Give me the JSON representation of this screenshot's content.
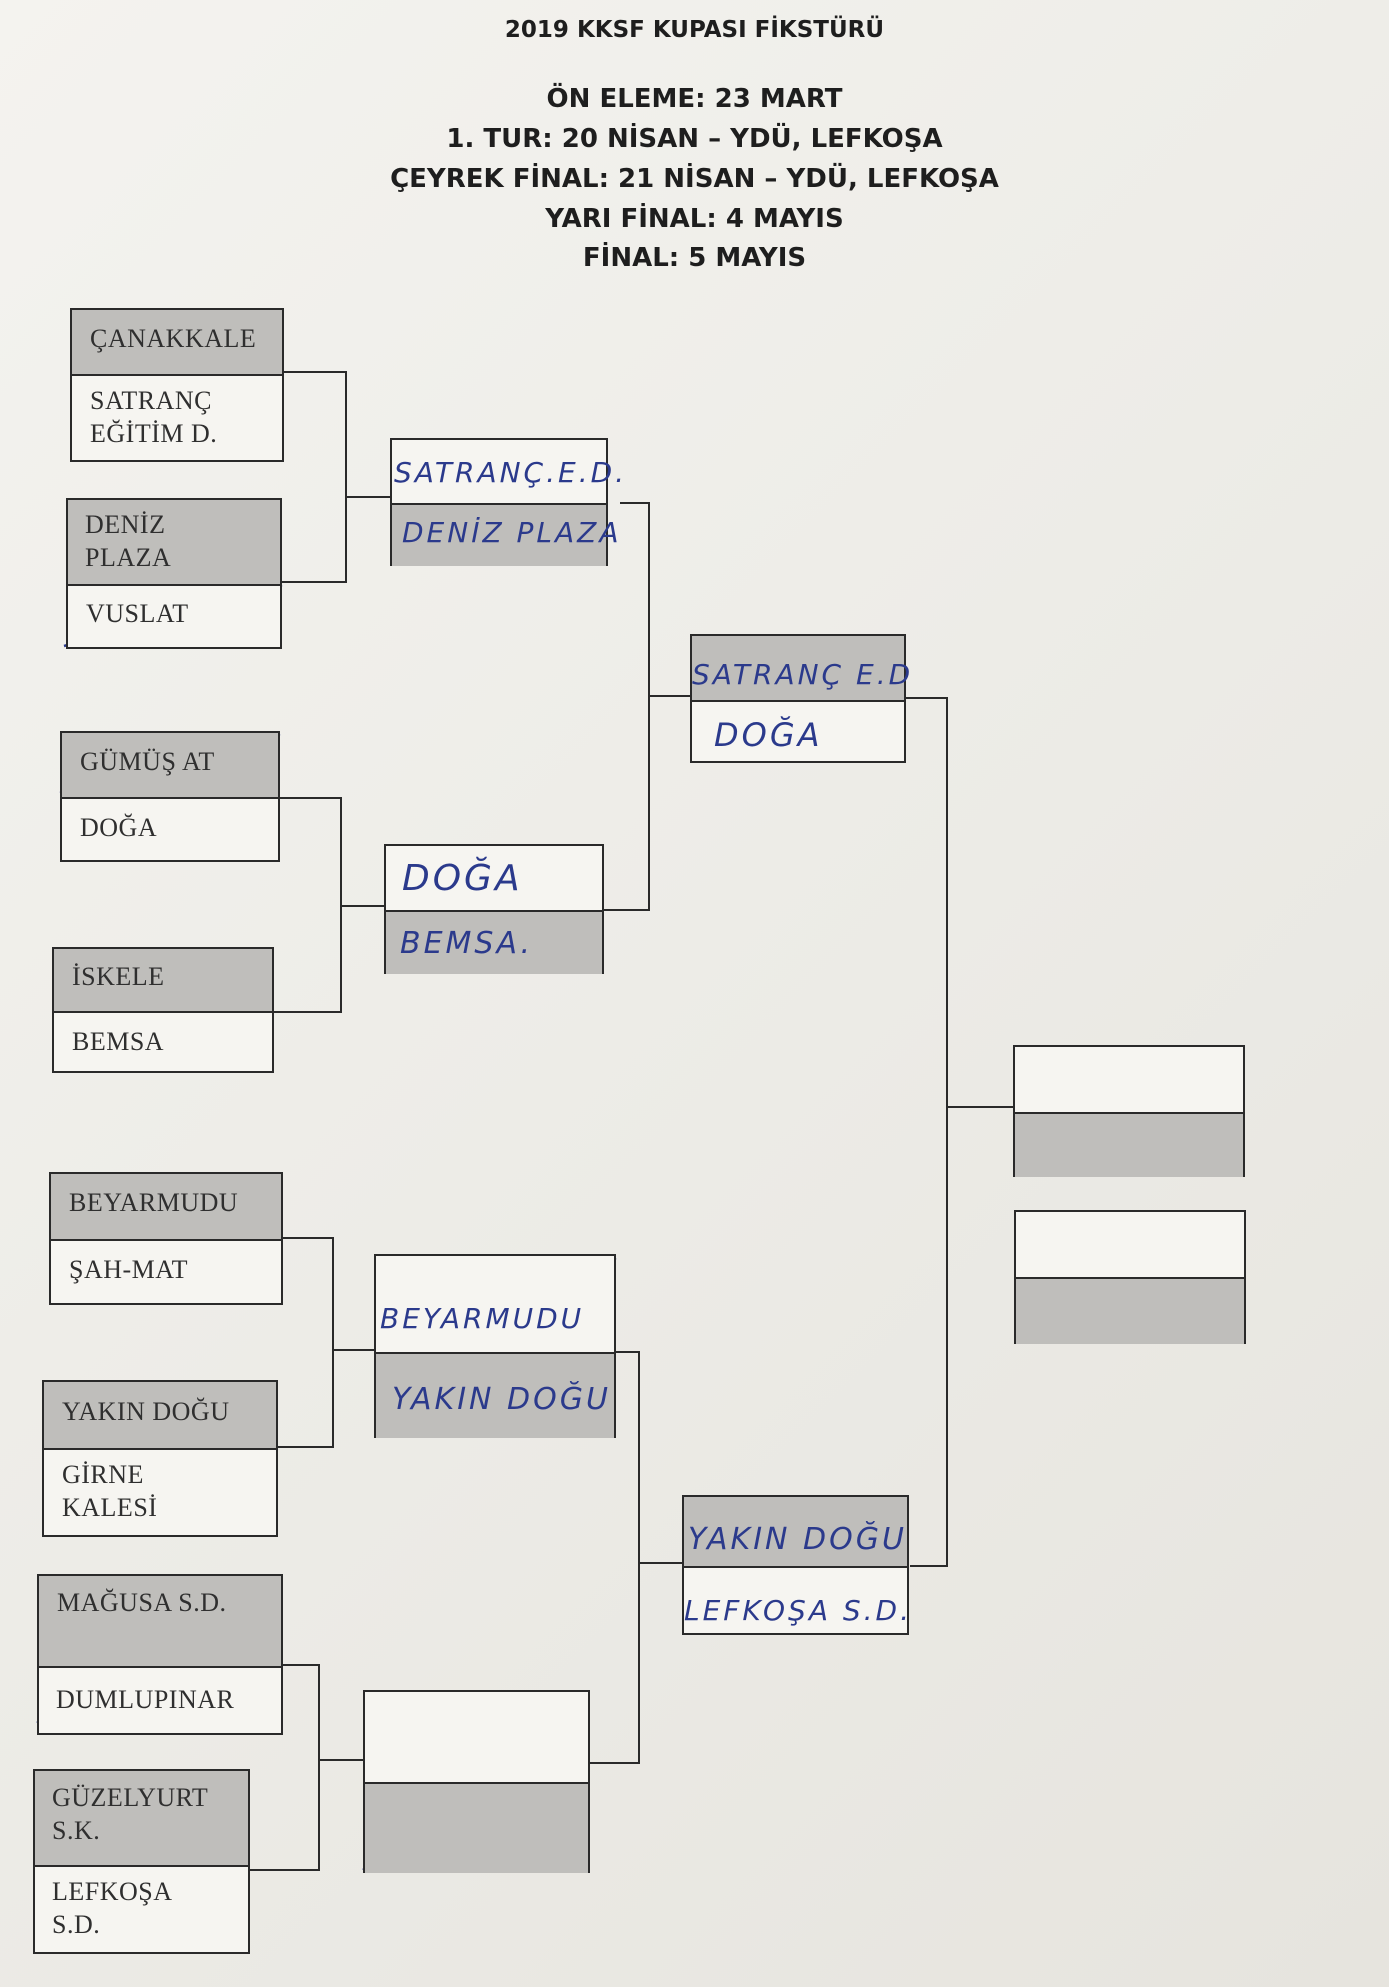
{
  "header": {
    "title": "2019 KKSF KUPASI FİKSTÜRÜ",
    "lines": [
      "ÖN ELEME: 23 MART",
      "1. TUR: 20 NİSAN – YDÜ, LEFKOŞA",
      "ÇEYREK FİNAL: 21 NİSAN – YDÜ, LEFKOŞA",
      "YARI FİNAL: 4 MAYIS",
      "FİNAL: 5 MAYIS"
    ]
  },
  "first_round": [
    {
      "top": "ÇANAKKALE",
      "bottom_line1": "SATRANÇ",
      "bottom_line2": "EĞİTİM D."
    },
    {
      "top_line1": "DENİZ",
      "top_line2": "PLAZA",
      "bottom": "VUSLAT"
    },
    {
      "top": "GÜMÜŞ AT",
      "bottom": "DOĞA"
    },
    {
      "top": "İSKELE",
      "bottom": "BEMSA"
    },
    {
      "top": "BEYARMUDU",
      "bottom": "ŞAH-MAT"
    },
    {
      "top": "YAKIN DOĞU",
      "bottom_line1": "GİRNE",
      "bottom_line2": "KALESİ"
    },
    {
      "top": "MAĞUSA S.D.",
      "bottom": "DUMLUPINAR"
    },
    {
      "top_line1": "GÜZELYURT",
      "top_line2": "S.K.",
      "bottom_line1": "LEFKOŞA",
      "bottom_line2": "S.D."
    }
  ],
  "quarter_final": [
    {
      "top": "SATRANÇ.E.D.",
      "bottom": "DENİZ PLAZA"
    },
    {
      "top": "DOĞA",
      "bottom": "BEMSA."
    },
    {
      "top": "BEYARMUDU",
      "bottom": "YAKIN DOĞU"
    },
    {
      "top": "",
      "bottom": ""
    }
  ],
  "semi_final": [
    {
      "top": "SATRANÇ E.D",
      "bottom": "DOĞA"
    },
    {
      "top": "YAKIN DOĞU",
      "bottom": "LEFKOŞA S.D."
    }
  ],
  "final": [
    {
      "top": "",
      "bottom": ""
    },
    {
      "top": "",
      "bottom": ""
    }
  ],
  "colors": {
    "ink": "#2b3a8c",
    "shade": "#bfbebb",
    "line": "#2a2a2a"
  }
}
